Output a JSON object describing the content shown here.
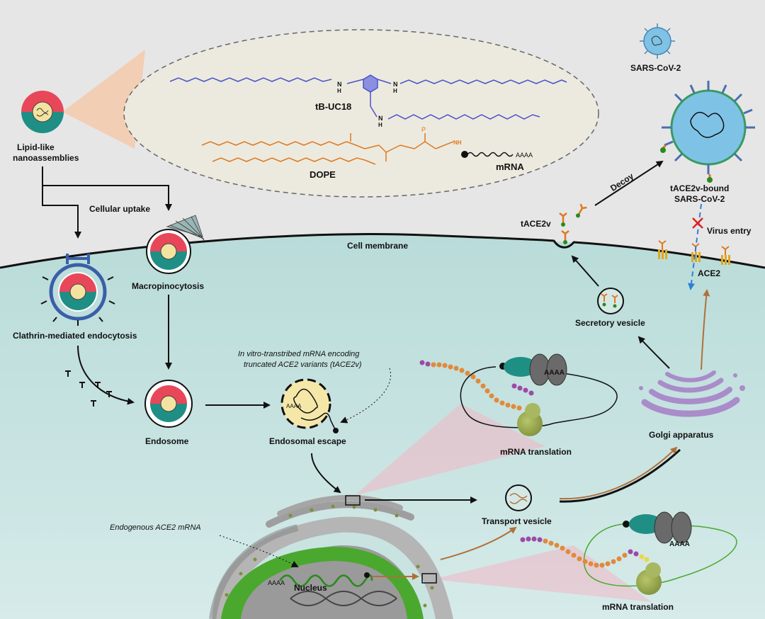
{
  "labels": {
    "nanoassemblies_l1": "Lipid-like",
    "nanoassemblies_l2": "nanoassemblies",
    "tbuc18": "tB-UC18",
    "dope": "DOPE",
    "mrna": "mRNA",
    "poly_a": "AAAA",
    "nh": "N",
    "nh_h": "H",
    "nh3": "NH",
    "sars": "SARS-CoV-2",
    "bound_l1": "tACE2v-bound",
    "bound_l2": "SARS-CoV-2",
    "decoy": "Decoy",
    "tace2v": "tACE2v",
    "virus_entry": "Virus entry",
    "ace2": "ACE2",
    "cellular_uptake": "Cellular uptake",
    "cell_membrane": "Cell membrane",
    "macropinocytosis": "Macropinocytosis",
    "clathrin": "Clathrin-mediated endocytosis",
    "endosome": "Endosome",
    "endosomal_escape": "Endosomal escape",
    "ivt_l1": "In vitro-transtribed mRNA encoding",
    "ivt_l2": "truncated ACE2 variants (tACE2v)",
    "secretory_vesicle": "Secretory vesicle",
    "golgi": "Golgi apparatus",
    "translation_top": "mRNA translation",
    "translation_bottom": "mRNA translation",
    "transport_vesicle": "Transport vesicle",
    "endogenous": "Endogenous ACE2 mRNA",
    "nucleus": "Nucleus",
    "ribo_aaaa_1": "AAAA",
    "ribo_aaaa_2": "AAAA",
    "nucleus_aaaa": "AAAA",
    "esc_aaaa": "AAAA"
  },
  "colors": {
    "extracellular": "#e6e6e6",
    "cytoplasm": "#c9e3e1",
    "nanoparticle_red": "#e8475a",
    "nanoparticle_teal": "#1f8f86",
    "lipid_blue": "#4b52c9",
    "dope_orange": "#e07820",
    "virus_blue": "#7ec3e6",
    "golgi_purple": "#a98cc9",
    "er_grey": "#a9a9a9",
    "nucleus_green": "#4aa82e",
    "arrow_brown": "#b0703a"
  },
  "icons": [
    "nanoparticle-icon",
    "virus-icon",
    "golgi-icon",
    "ribosome-icon",
    "vesicle-icon",
    "dna-helix-icon"
  ]
}
